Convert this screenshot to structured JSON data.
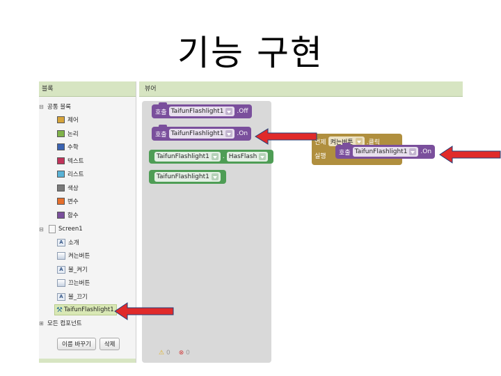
{
  "slide": {
    "title": "기능 구현"
  },
  "blocks_panel": {
    "header": "블록",
    "built_in": {
      "label": "공통 블록",
      "items": [
        {
          "label": "제어",
          "color": "#d6a43b"
        },
        {
          "label": "논리",
          "color": "#7fb24a"
        },
        {
          "label": "수학",
          "color": "#3a62b0"
        },
        {
          "label": "텍스트",
          "color": "#c0335a"
        },
        {
          "label": "리스트",
          "color": "#59b2d6"
        },
        {
          "label": "색상",
          "color": "#7a7a7a"
        },
        {
          "label": "변수",
          "color": "#e56f2c"
        },
        {
          "label": "함수",
          "color": "#7a4f9c"
        }
      ]
    },
    "screen": {
      "label": "Screen1",
      "components": [
        "소개",
        "켜는버튼",
        "불_켜기",
        "끄는버튼",
        "불_끄기",
        "TaifunFlashlight1"
      ]
    },
    "any_component": "모든 컴포넌트",
    "rename_button": "이름 바꾸기",
    "delete_button": "삭제"
  },
  "viewer": {
    "header": "뷰어",
    "flyout_blocks": [
      {
        "call": "호출",
        "component": "TaifunFlashlight1",
        "method": ".Off"
      },
      {
        "call": "호출",
        "component": "TaifunFlashlight1",
        "method": ".On"
      },
      {
        "component": "TaifunFlashlight1",
        "dot": ".",
        "property": "HasFlash"
      },
      {
        "component": "TaifunFlashlight1"
      }
    ],
    "event_block": {
      "when": "언제",
      "component": "켜는버튼",
      "event": ".클릭",
      "do": "실행",
      "call": "호출",
      "call_component": "TaifunFlashlight1",
      "call_method": ".On"
    },
    "warnings": "0",
    "errors": "0"
  },
  "colors": {
    "arrow": "#e02a2a",
    "panel_header": "#d7e5c2",
    "procedure": "#7a4f9c",
    "event": "#b08f3e",
    "component_getter": "#4e9d55"
  }
}
